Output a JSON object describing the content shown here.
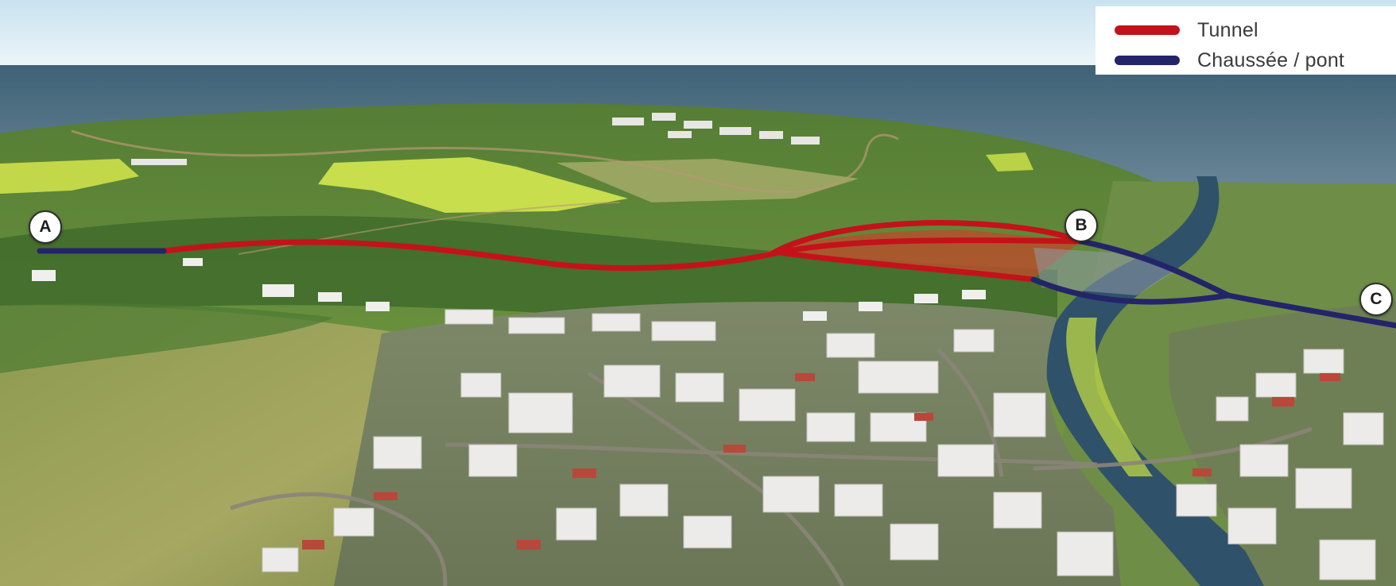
{
  "legend": {
    "items": [
      {
        "label": "Tunnel",
        "color": "#c4121a"
      },
      {
        "label": "Chaussée / pont",
        "color": "#23246a"
      }
    ]
  },
  "markers": {
    "a": "A",
    "b": "B",
    "c": "C"
  },
  "colors": {
    "sky_top": "#d9ebf5",
    "sky_horizon": "#eef6fa",
    "sea": "#4f6f82",
    "hill_green": "#5f8a3a",
    "field_yellow": "#c6dc4a",
    "river": "#31536b",
    "building": "#e9e6e3",
    "roof_red": "#b9473a"
  }
}
